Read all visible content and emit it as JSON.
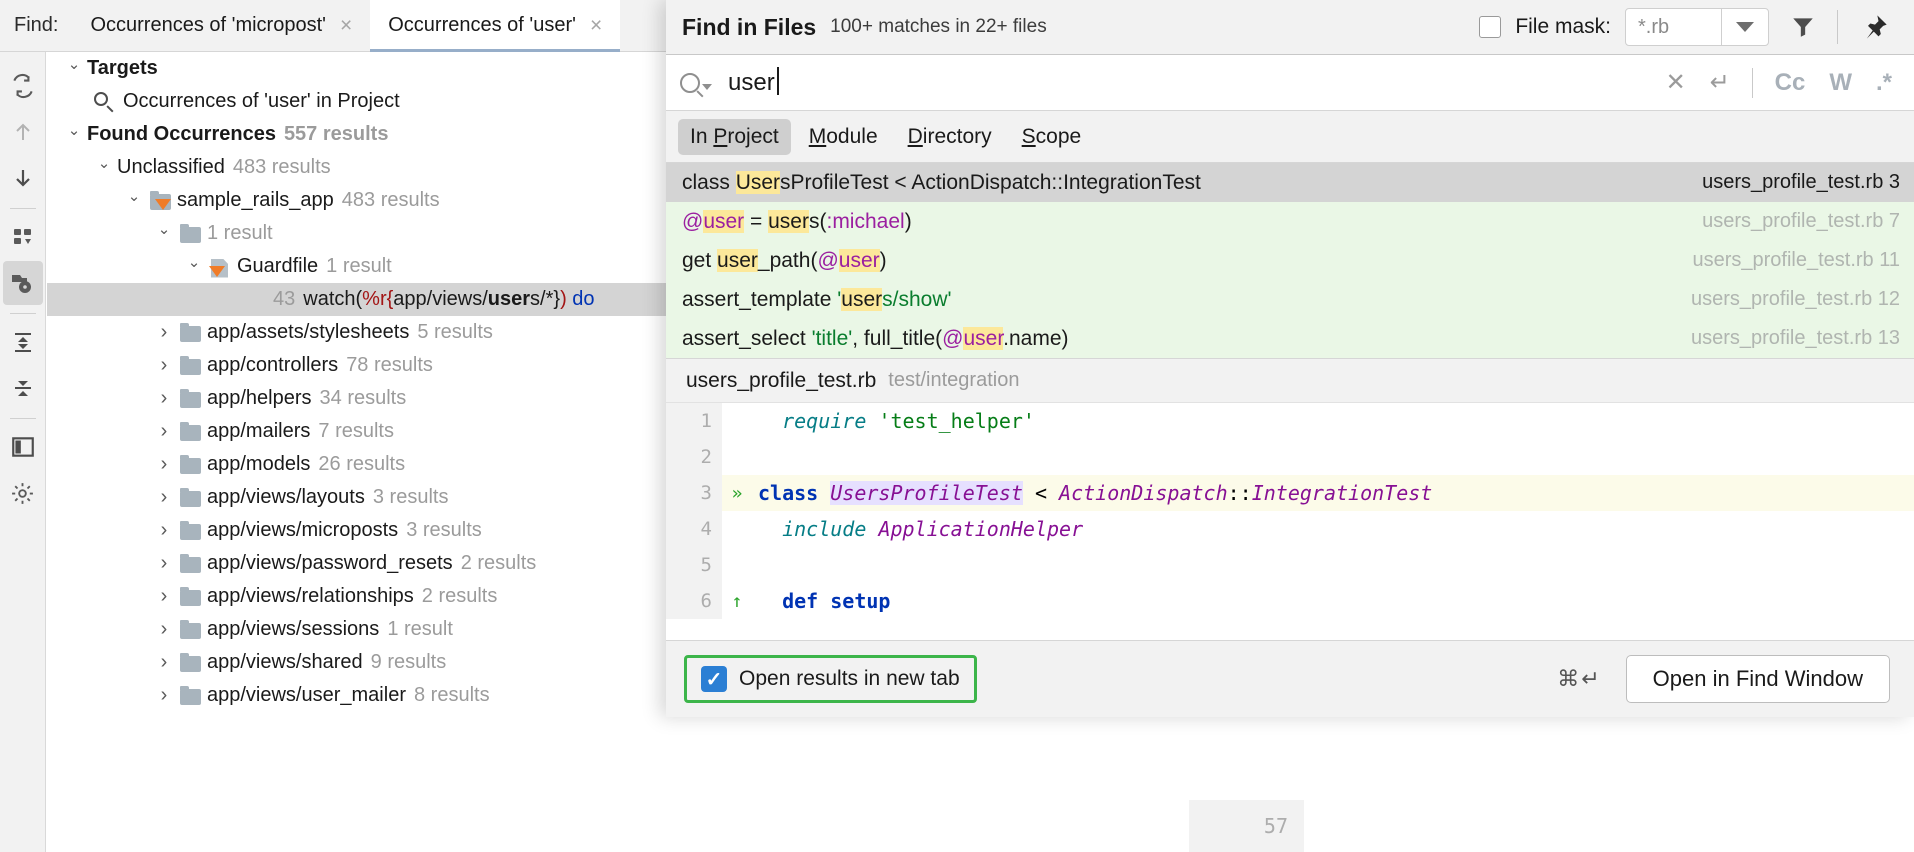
{
  "left_panel": {
    "find_label": "Find:",
    "tabs": [
      {
        "label": "Occurrences of 'micropost'",
        "close": "×",
        "active": false
      },
      {
        "label": "Occurrences of 'user'",
        "close": "×",
        "active": true
      }
    ],
    "toolbar_icons": [
      "rerun-search-icon",
      "previous-occurrence-icon",
      "next-occurrence-icon",
      "group-by-icon",
      "filter-folder-icon",
      "expand-all-icon",
      "collapse-all-icon",
      "preview-panel-icon",
      "settings-gear-icon"
    ],
    "tree": {
      "targets_label": "Targets",
      "target_item": "Occurrences of 'user' in Project",
      "found_label": "Found Occurrences",
      "found_count": "557 results",
      "unclassified_label": "Unclassified",
      "unclassified_count": "483 results",
      "project_label": "sample_rails_app",
      "project_count": "483 results",
      "root_dir_count": "1 result",
      "guardfile_label": "Guardfile",
      "guardfile_count": "1 result",
      "match_line_number": "43",
      "match_parts": {
        "p1": "watch(",
        "p2": "%r{",
        "p3": "app/views/",
        "p4": "user",
        "p5": "s/*}",
        "p6": ") ",
        "p7": "do"
      },
      "folders": [
        {
          "name": "app/assets/stylesheets",
          "count": "5 results"
        },
        {
          "name": "app/controllers",
          "count": "78 results"
        },
        {
          "name": "app/helpers",
          "count": "34 results"
        },
        {
          "name": "app/mailers",
          "count": "7 results"
        },
        {
          "name": "app/models",
          "count": "26 results"
        },
        {
          "name": "app/views/layouts",
          "count": "3 results"
        },
        {
          "name": "app/views/microposts",
          "count": "3 results"
        },
        {
          "name": "app/views/password_resets",
          "count": "2 results"
        },
        {
          "name": "app/views/relationships",
          "count": "2 results"
        },
        {
          "name": "app/views/sessions",
          "count": "1 result"
        },
        {
          "name": "app/views/shared",
          "count": "9 results"
        },
        {
          "name": "app/views/user_mailer",
          "count": "8 results"
        }
      ]
    }
  },
  "popup": {
    "title": "Find in Files",
    "subtitle": "100+ matches in 22+ files",
    "file_mask_label": "File mask:",
    "file_mask_value": "*.rb",
    "file_mask_checked": false,
    "search_value": "user",
    "search_options": {
      "case": "Cc",
      "words": "W",
      "regex": ".*"
    },
    "scopes": [
      {
        "label": "In Project",
        "mnemonic": "P",
        "active": true
      },
      {
        "label": "Module",
        "mnemonic": "M",
        "active": false
      },
      {
        "label": "Directory",
        "mnemonic": "D",
        "active": false
      },
      {
        "label": "Scope",
        "mnemonic": "S",
        "active": false
      }
    ],
    "results": [
      {
        "file": "users_profile_test.rb",
        "line": "3",
        "selected": true,
        "segments": [
          {
            "t": "class ",
            "style": "plain"
          },
          {
            "t": "User",
            "style": "hl"
          },
          {
            "t": "sProfileTest < ActionDispatch::IntegrationTest",
            "style": "plain"
          }
        ]
      },
      {
        "file": "users_profile_test.rb",
        "line": "7",
        "selected": false,
        "segments": [
          {
            "t": "@",
            "style": "purple"
          },
          {
            "t": "user",
            "style": "hl-purple"
          },
          {
            "t": " = ",
            "style": "plain"
          },
          {
            "t": "user",
            "style": "hl"
          },
          {
            "t": "s(",
            "style": "plain"
          },
          {
            "t": ":michael",
            "style": "purple"
          },
          {
            "t": ")",
            "style": "plain"
          }
        ]
      },
      {
        "file": "users_profile_test.rb",
        "line": "11",
        "selected": false,
        "segments": [
          {
            "t": "get ",
            "style": "plain"
          },
          {
            "t": "user",
            "style": "hl"
          },
          {
            "t": "_path(",
            "style": "plain"
          },
          {
            "t": "@",
            "style": "purple"
          },
          {
            "t": "user",
            "style": "hl-purple"
          },
          {
            "t": ")",
            "style": "plain"
          }
        ]
      },
      {
        "file": "users_profile_test.rb",
        "line": "12",
        "selected": false,
        "segments": [
          {
            "t": "assert_template ",
            "style": "plain"
          },
          {
            "t": "'",
            "style": "green"
          },
          {
            "t": "user",
            "style": "hl"
          },
          {
            "t": "s/show'",
            "style": "green"
          }
        ]
      },
      {
        "file": "users_profile_test.rb",
        "line": "13",
        "selected": false,
        "segments": [
          {
            "t": "assert_select ",
            "style": "plain"
          },
          {
            "t": "'title'",
            "style": "green"
          },
          {
            "t": ", full_title(",
            "style": "plain"
          },
          {
            "t": "@",
            "style": "purple"
          },
          {
            "t": "user",
            "style": "hl-purple"
          },
          {
            "t": ".name)",
            "style": "plain"
          }
        ]
      }
    ],
    "preview": {
      "file": "users_profile_test.rb",
      "path": "test/integration",
      "lines": [
        {
          "num": "1",
          "marker": "",
          "highlight": false,
          "segments": [
            {
              "t": "  ",
              "style": "plain"
            },
            {
              "t": "require",
              "style": "teal"
            },
            {
              "t": " ",
              "style": "plain"
            },
            {
              "t": "'test_helper'",
              "style": "green"
            }
          ]
        },
        {
          "num": "2",
          "marker": "",
          "highlight": false,
          "segments": []
        },
        {
          "num": "3",
          "marker": "»",
          "highlight": true,
          "segments": [
            {
              "t": "class",
              "style": "blue"
            },
            {
              "t": " ",
              "style": "plain"
            },
            {
              "t": "UsersProfileTest",
              "style": "purple-sel"
            },
            {
              "t": " < ",
              "style": "plain"
            },
            {
              "t": "ActionDispatch",
              "style": "purple"
            },
            {
              "t": "::",
              "style": "plain"
            },
            {
              "t": "IntegrationTest",
              "style": "purple"
            }
          ]
        },
        {
          "num": "4",
          "marker": "",
          "highlight": false,
          "segments": [
            {
              "t": "  ",
              "style": "plain"
            },
            {
              "t": "include",
              "style": "teal"
            },
            {
              "t": " ",
              "style": "plain"
            },
            {
              "t": "ApplicationHelper",
              "style": "purple"
            }
          ]
        },
        {
          "num": "5",
          "marker": "",
          "highlight": false,
          "segments": []
        },
        {
          "num": "6",
          "marker": "↑",
          "highlight": false,
          "segments": [
            {
              "t": "  ",
              "style": "plain"
            },
            {
              "t": "def",
              "style": "blue"
            },
            {
              "t": " ",
              "style": "plain"
            },
            {
              "t": "setup",
              "style": "blue"
            }
          ]
        }
      ]
    },
    "bottom": {
      "new_tab_label": "Open results in new tab",
      "new_tab_checked": true,
      "check_glyph": "✓",
      "shortcut": "⌘↵",
      "open_button": "Open in Find Window"
    }
  },
  "editor_sliver": {
    "line_number": "57"
  }
}
